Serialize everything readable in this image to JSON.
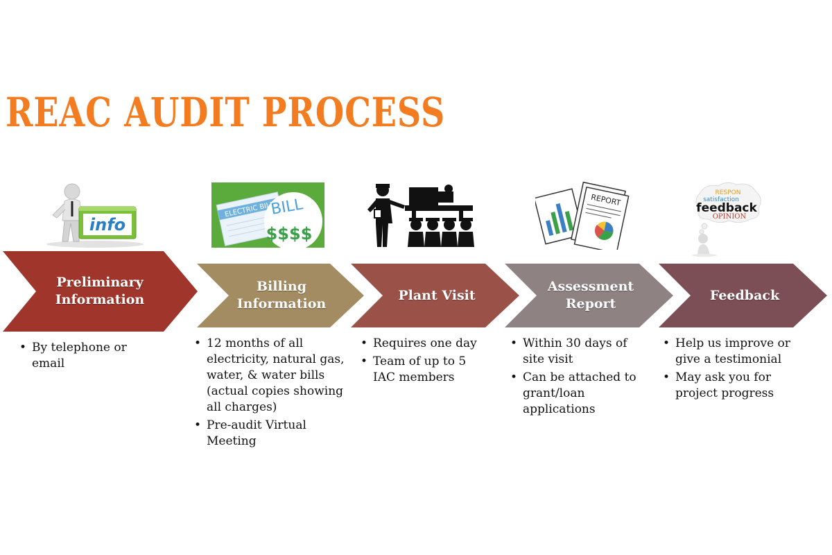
{
  "title": "REAC AUDIT PROCESS",
  "colors": {
    "title": "#f47c20",
    "step1": "#a0362b",
    "step2": "#a38b62",
    "step3": "#9a5148",
    "step4": "#8e8283",
    "step5": "#7c4e55"
  },
  "steps": [
    {
      "label": "Preliminary\nInformation",
      "icon": "info-icon",
      "bullets": [
        "By telephone or email"
      ]
    },
    {
      "label": "Billing\nInformation",
      "icon": "electric-bill-icon",
      "bullets": [
        "12 months of all electricity, natural gas, water, & water bills (actual copies showing all charges)",
        "Pre-audit Virtual Meeting"
      ]
    },
    {
      "label": "Plant Visit",
      "icon": "plant-visit-icon",
      "bullets": [
        "Requires one day",
        "Team of up to 5 IAC members"
      ]
    },
    {
      "label": "Assessment\nReport",
      "icon": "report-icon",
      "bullets": [
        "Within 30 days of site visit",
        "Can be attached to grant/loan applications"
      ]
    },
    {
      "label": "Feedback",
      "icon": "feedback-icon",
      "bullets": [
        "Help us improve or give a testimonial",
        "May ask you for project progress"
      ]
    }
  ],
  "icon_text": {
    "info": "info",
    "bill_title": "ELECTRIC BILL",
    "bill_big": "BILL",
    "bill_dollars": "$$$$",
    "report": "REPORT",
    "feedback": "feedback",
    "satisfaction": "satisfaction",
    "opinion": "OPINION",
    "response": "RESPON"
  }
}
